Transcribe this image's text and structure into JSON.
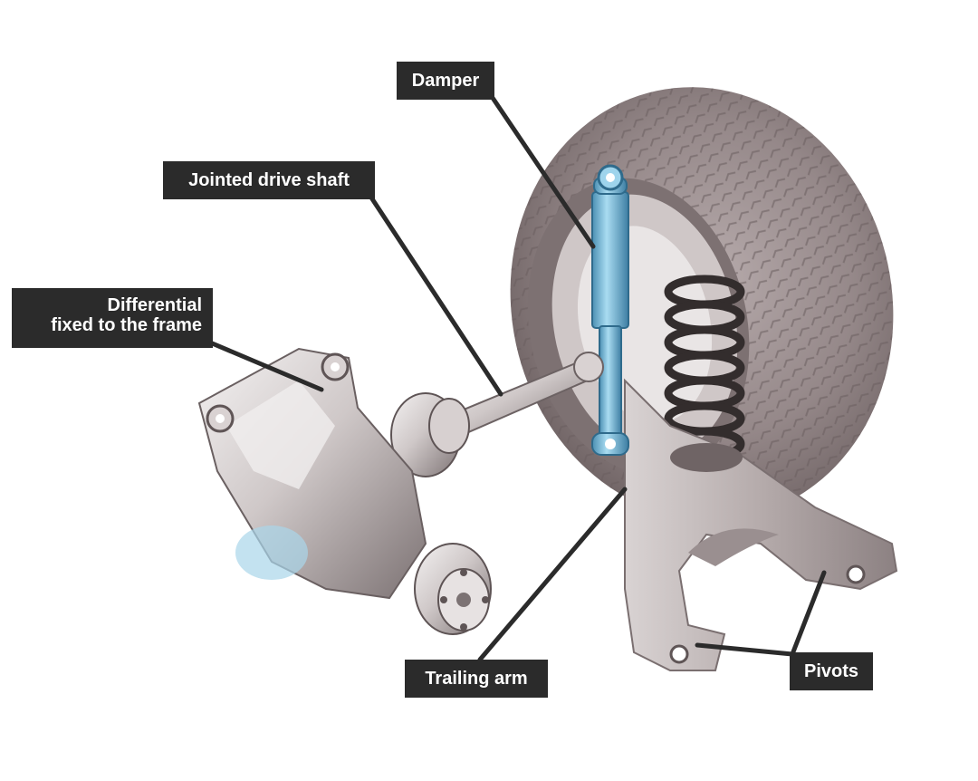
{
  "labels": {
    "damper": "Damper",
    "jointed_drive_shaft": "Jointed drive shaft",
    "differential_line1": "Differential",
    "differential_line2": "fixed to the frame",
    "trailing_arm": "Trailing arm",
    "pivots": "Pivots"
  },
  "colors": {
    "label_background": "#2b2b2b",
    "label_text": "#ffffff",
    "leader_line": "#2b2b2b",
    "damper_blue": "#7fc4e2",
    "metal_light": "#e8e4e4",
    "metal_dark": "#8a7f80",
    "tyre": "#8e8283",
    "spring": "#3a3434"
  }
}
